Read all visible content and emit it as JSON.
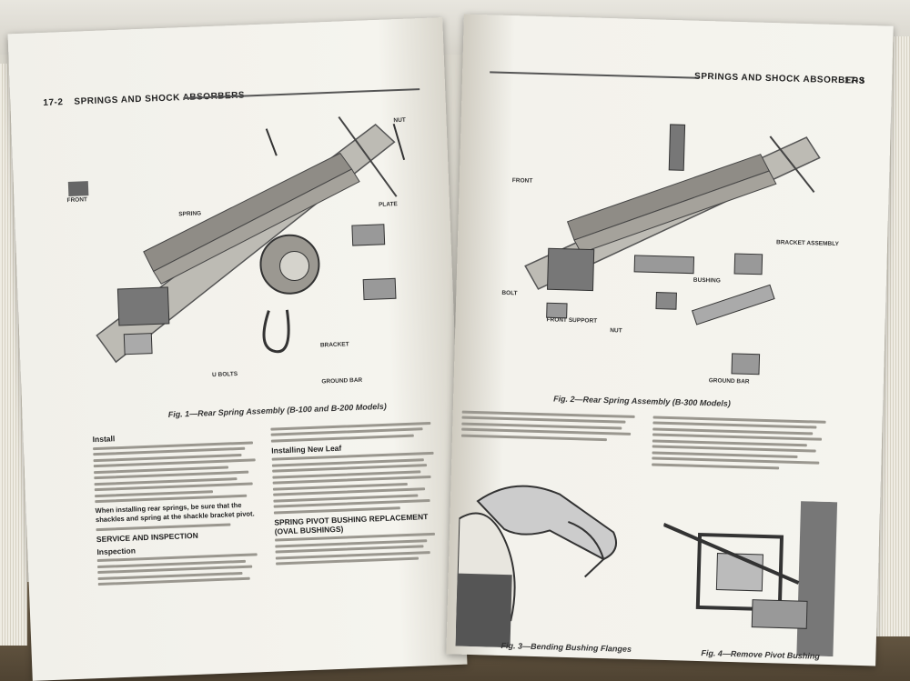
{
  "left_page": {
    "page_number": "17-2",
    "header": "SPRINGS AND SHOCK ABSORBERS",
    "figure_caption": "Fig. 1—Rear Spring Assembly (B-100 and B-200 Models)",
    "figure_labels": {
      "front": "FRONT",
      "u_bolts": "U BOLTS",
      "plate": "PLATE",
      "nut": "NUT",
      "spring": "SPRING",
      "ground_bar": "GROUND BAR",
      "bracket": "BRACKET"
    },
    "section_install": "Install",
    "section_service": "SERVICE AND INSPECTION",
    "section_inspection": "Inspection",
    "section_new_leaf": "Installing New Leaf",
    "section_pivot": "SPRING PIVOT BUSHING REPLACEMENT (OVAL BUSHINGS)",
    "bold_note": "When installing rear springs, be sure that the shackles and spring at the shackle bracket pivot."
  },
  "right_page": {
    "page_number": "17-3",
    "header": "SPRINGS AND SHOCK ABSORBERS",
    "figure_caption": "Fig. 2—Rear Spring Assembly (B-300 Models)",
    "fig3_caption": "Fig. 3—Bending Bushing Flanges",
    "fig4_caption": "Fig. 4—Remove Pivot Bushing",
    "figure_labels": {
      "front": "FRONT",
      "front_support": "FRONT SUPPORT",
      "bolt": "BOLT",
      "nut": "NUT",
      "bushing": "BUSHING",
      "ground_bar": "GROUND BAR",
      "bracket_assembly": "BRACKET ASSEMBLY"
    }
  }
}
